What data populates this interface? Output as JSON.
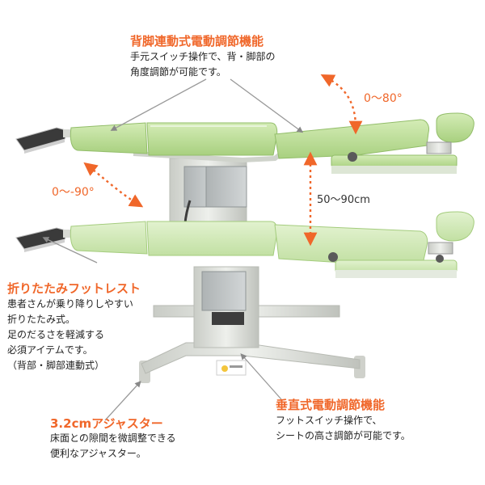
{
  "features": {
    "back_leg": {
      "title": "背脚連動式電動調節機能",
      "description": "手元スイッチ操作で、背・脚部の\n角度調節が可能です。"
    },
    "footrest": {
      "title": "折りたたみフットレスト",
      "description": "患者さんが乗り降りしやすい\n折りたたみ式。\n足のだるさを軽減する\n必須アイテムです。\n（背部・脚部連動式）"
    },
    "height": {
      "title": "垂直式電動調節機能",
      "description": "フットスイッチ操作で、\nシートの高さ調節が可能です。"
    },
    "adjuster": {
      "title": "3.2cmアジャスター",
      "description": "床面との隙間を微調整できる\n便利なアジャスター。"
    }
  },
  "annotations": {
    "back_angle": "0〜80°",
    "leg_angle": "0〜-90°",
    "height_range": "50〜90cm"
  },
  "colors": {
    "accent": "#f0672a",
    "cushion": "#c4e3a0",
    "cushion_dark": "#a6cf7e",
    "frame": "#e7e9e2"
  }
}
